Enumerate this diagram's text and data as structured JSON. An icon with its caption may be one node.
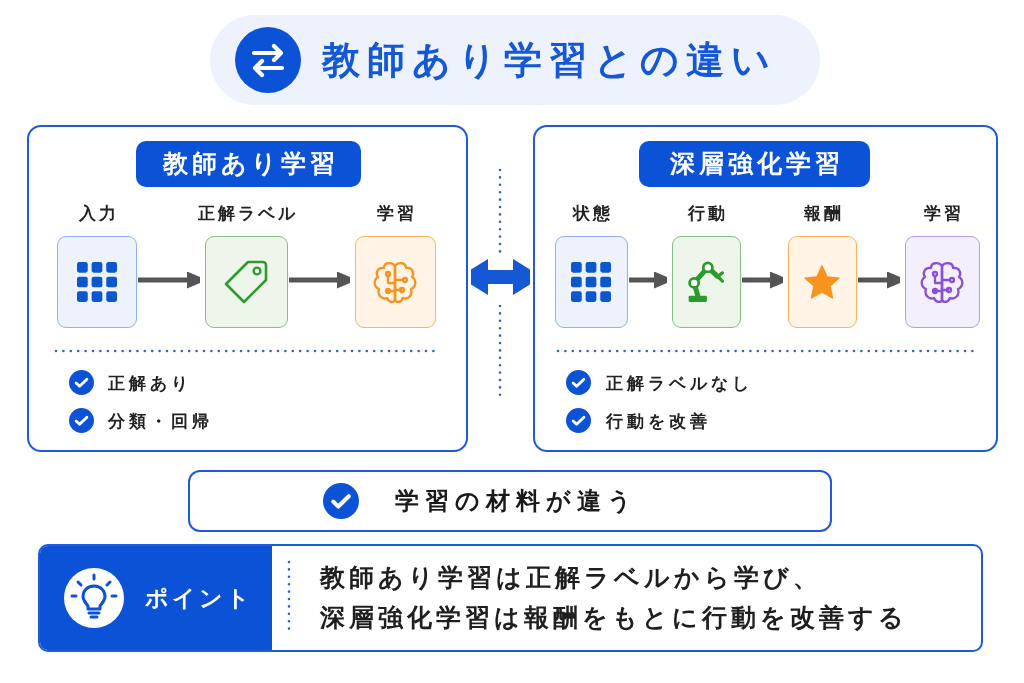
{
  "diagram": {
    "title": "教師あり学習との違い",
    "nodes": [
      {
        "text": [
          "正解あり",
          "分類・回帰"
        ]
      },
      {
        "text": [
          "教師あり学習"
        ],
        "in": 0
      },
      {
        "text": [
          "入力"
        ],
        "in": 0
      },
      {
        "text": [
          "正解ラベル"
        ],
        "in": 0
      },
      {
        "text": [
          "学習"
        ],
        "in": 0
      },
      {
        "text": [
          "正解ラベルなし",
          "行動を改善"
        ]
      },
      {
        "text": [
          "深層強化学習"
        ],
        "in": 5
      },
      {
        "text": [
          "状態"
        ],
        "in": 5
      },
      {
        "text": [
          "行動"
        ],
        "in": 5
      },
      {
        "text": [
          "報酬"
        ],
        "in": 5
      },
      {
        "text": [
          "学習"
        ],
        "in": 5
      },
      {
        "text": [
          "学習の材料が違う"
        ]
      },
      {
        "text": [
          "ポイント",
          "教師あり学習は正解ラベルから学び、深層強化学習は報酬をもとに行動を改善する"
        ]
      }
    ],
    "edges": [
      {
        "from": 2,
        "to": 3,
        "arrow": "to"
      },
      {
        "from": 3,
        "to": 4,
        "arrow": "to"
      },
      {
        "from": 7,
        "to": 8,
        "arrow": "to"
      },
      {
        "from": 8,
        "to": 9,
        "arrow": "to"
      },
      {
        "from": 9,
        "to": 10,
        "arrow": "to"
      },
      {
        "from": 0,
        "to": 5,
        "arrow": "both",
        "style": "thick",
        "color": "#1558d6"
      }
    ]
  }
}
